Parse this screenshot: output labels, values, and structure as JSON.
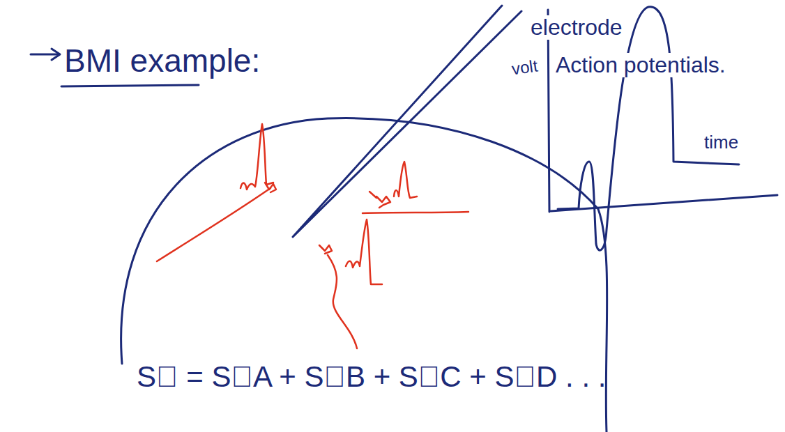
{
  "diagram": {
    "labels": [
      "BMI example:",
      "electrode",
      "Action potentials.",
      "volt",
      "time",
      "S⃗ = S⃗A + S⃗B + S⃗C + S⃗D . . ."
    ]
  }
}
